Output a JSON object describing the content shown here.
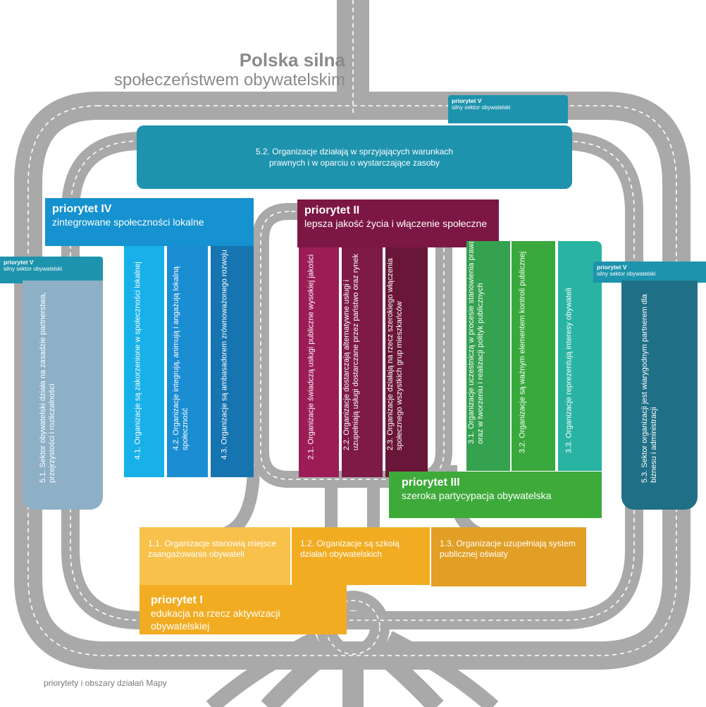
{
  "title": {
    "line1": "Polska silna",
    "line2": "społeczeństwem obywatelskim"
  },
  "footer": "priorytety i obszary działań Mapy",
  "colors": {
    "road": "#a9a9a9",
    "road_line": "#ffffff",
    "teal": "#1d93ad",
    "teal_dark": "#18798f",
    "blue": "#1592cf",
    "blue_light": "#18b0e9",
    "blue_mid": "#1a8dd3",
    "blue_dark": "#1674b0",
    "maroon": "#7c1644",
    "maroon_1": "#9c1d56",
    "maroon_2": "#7d1a48",
    "maroon_3": "#6a1638",
    "green": "#3eaa3a",
    "green_1": "#34a24f",
    "green_2": "#3aa93d",
    "green_3": "#29b3a2",
    "orange": "#f1a81f",
    "yellow_1": "#f7c14b",
    "yellow_2": "#f2ac22",
    "orange_3": "#e29f26",
    "grey_blue": "#8db0c7",
    "steel_teal": "#1f6f86"
  },
  "priority5": {
    "top_tab": {
      "label": "priorytet V",
      "sub": "silny sektor obywatelski"
    },
    "left_tab": {
      "label": "priorytet V",
      "sub": "silny sektor obywatelski"
    },
    "right_tab": {
      "label": "priorytet V",
      "sub": "silny sektor obywatelski"
    },
    "item_5_1": "5.1. Sektor obywatelski działa na zasadzie partnerstwa, przejrzystości i rozliczalności",
    "item_5_2": "5.2. Organizacje działają w sprzyjających warunkach prawnych i w oparciu o wystarczające zasoby",
    "item_5_3": "5.3. Sektor organizacji jest wiarygodnym partnerem dla biznesu i administracji"
  },
  "priority4": {
    "label": "priorytet IV",
    "sub": "zintegrowane społeczności lokalne",
    "items": [
      "4.1. Organizacje są zakorzenione w społeczności lokalnej",
      "4.2. Organizacje integrują, animują i angażują lokalną społeczność",
      "4.3. Organizacje są ambasadorem zrównoważonego rozwoju"
    ]
  },
  "priority2": {
    "label": "priorytet II",
    "sub": "lepsza jakość życia i włączenie społeczne",
    "items": [
      "2.1. Organizacje świadczą usługi publiczne wysokiej jakości",
      "2.2. Organizacje dostarczają alternatywne usługi i uzupełniają usługi dostarczane przez państwo oraz rynek",
      "2.3. Organizacje działają na rzecz szerokiego włączenia społecznego wszystkich grup mieszkańców"
    ]
  },
  "priority3": {
    "label": "priorytet III",
    "sub": "szeroka partycypacja obywatelska",
    "items": [
      "3.1. Organizacje uczestniczą w procesie stanowienia prawa oraz w tworzeniu i realizacji polityk publicznych",
      "3.2. Organizacje są ważnym elementem kontroli publicznej",
      "3.3. Organizacje reprezentują interesy obywateli"
    ]
  },
  "priority1": {
    "label": "priorytet I",
    "sub": "edukacja na rzecz aktywizacji obywatelskiej",
    "items": [
      "1.1. Organizacje stanowią miejsce zaangażowania obywateli",
      "1.2. Organizacje są szkołą działań obywatelskich",
      "1.3. Organizacje uzupełniają system publicznej oświaty"
    ]
  }
}
